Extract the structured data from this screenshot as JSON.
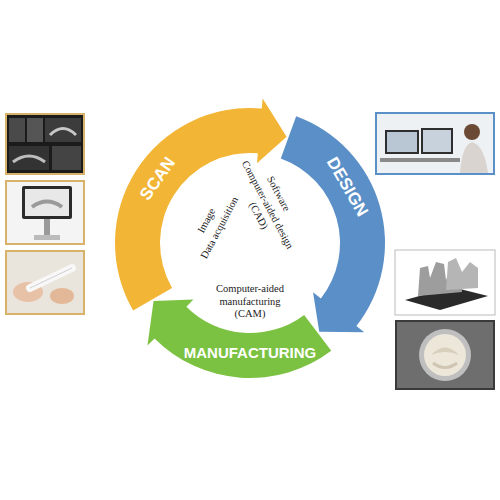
{
  "diagram": {
    "nodes": [
      {
        "text": [
          "SCAN"
        ]
      },
      {
        "text": [
          "DESIGN"
        ]
      },
      {
        "text": [
          "MANUFACTURING"
        ]
      }
    ],
    "labels": [
      "Image",
      "Data acquisition",
      "Software",
      "Computer-aided design",
      "(CAD)",
      "Computer-aided manufacturing (CAM)"
    ]
  }
}
